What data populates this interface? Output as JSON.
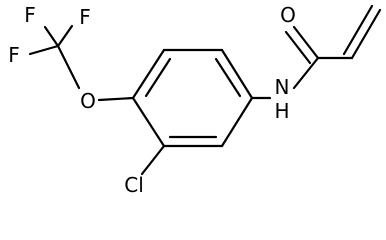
{
  "atoms": {
    "f_top": "F",
    "f_upper_right": "F",
    "f_left": "F",
    "oxygen_ether": "O",
    "chlorine": "Cl",
    "amide_nitrogen": "N",
    "amide_hydrogen": "H",
    "carbonyl_oxygen": "O"
  }
}
